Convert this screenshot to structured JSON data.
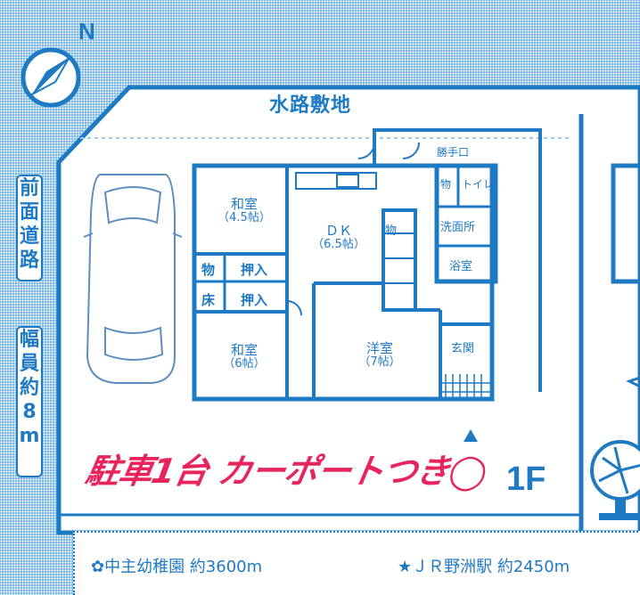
{
  "compass": {
    "north_label": "N"
  },
  "canal_label": "水路敷地",
  "road": {
    "label_chars": [
      "前",
      "面",
      "道",
      "路"
    ],
    "width_chars": [
      "幅",
      "員",
      "約",
      "8",
      "m"
    ]
  },
  "floor_label": "1F",
  "parking_text": "駐車1台 カーポートつき◯",
  "rooms": {
    "washitsu_top": {
      "name": "和室",
      "size": "（4.5帖）"
    },
    "dk": {
      "name": "ＤＫ",
      "size": "（6.5帖）"
    },
    "washitsu_bottom": {
      "name": "和室",
      "size": "（6帖）"
    },
    "yoshitsu": {
      "name": "洋室",
      "size": "（7帖）"
    },
    "mono1": "物",
    "oshiire1": "押入",
    "toko": "床",
    "oshiire2": "押入",
    "mono2": "物",
    "katteguchi": "勝手口",
    "mono3": "物",
    "toilet": "トイレ",
    "senmenjo": "洗面所",
    "yokushitsu": "浴室",
    "genkan": "玄関"
  },
  "info": {
    "kindergarten": "✿中主幼稚園 約3600m",
    "station": "★ＪＲ野洲駅 約2450m"
  },
  "colors": {
    "blue": "#1f7ac4",
    "pink": "#e8245e",
    "background": "#7ab7e0"
  }
}
